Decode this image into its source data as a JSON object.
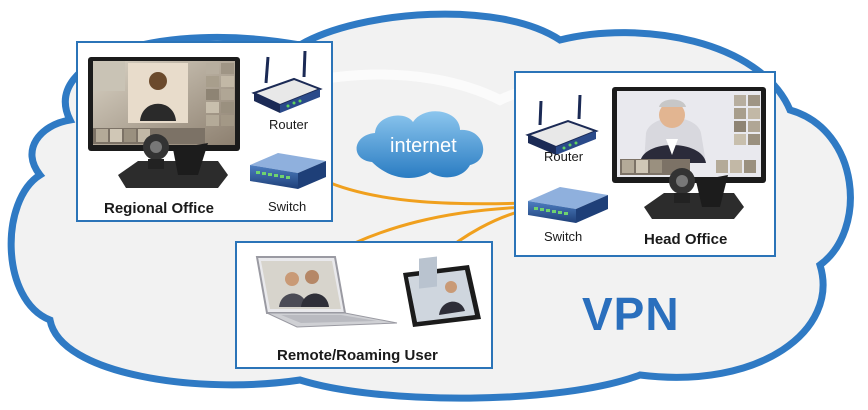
{
  "title": "VPN",
  "cloud_label": "internet",
  "regional_office": {
    "label": "Regional Office",
    "router_label": "Router",
    "switch_label": "Switch"
  },
  "head_office": {
    "label": "Head Office",
    "router_label": "Router",
    "switch_label": "Switch"
  },
  "remote_user": {
    "label": "Remote/Roaming User"
  },
  "colors": {
    "vpn_blue": "#2a6fbd",
    "box_border": "#2b74b8",
    "link_orange": "#f0a01e",
    "cloud_fill": "#f2f2f2"
  }
}
